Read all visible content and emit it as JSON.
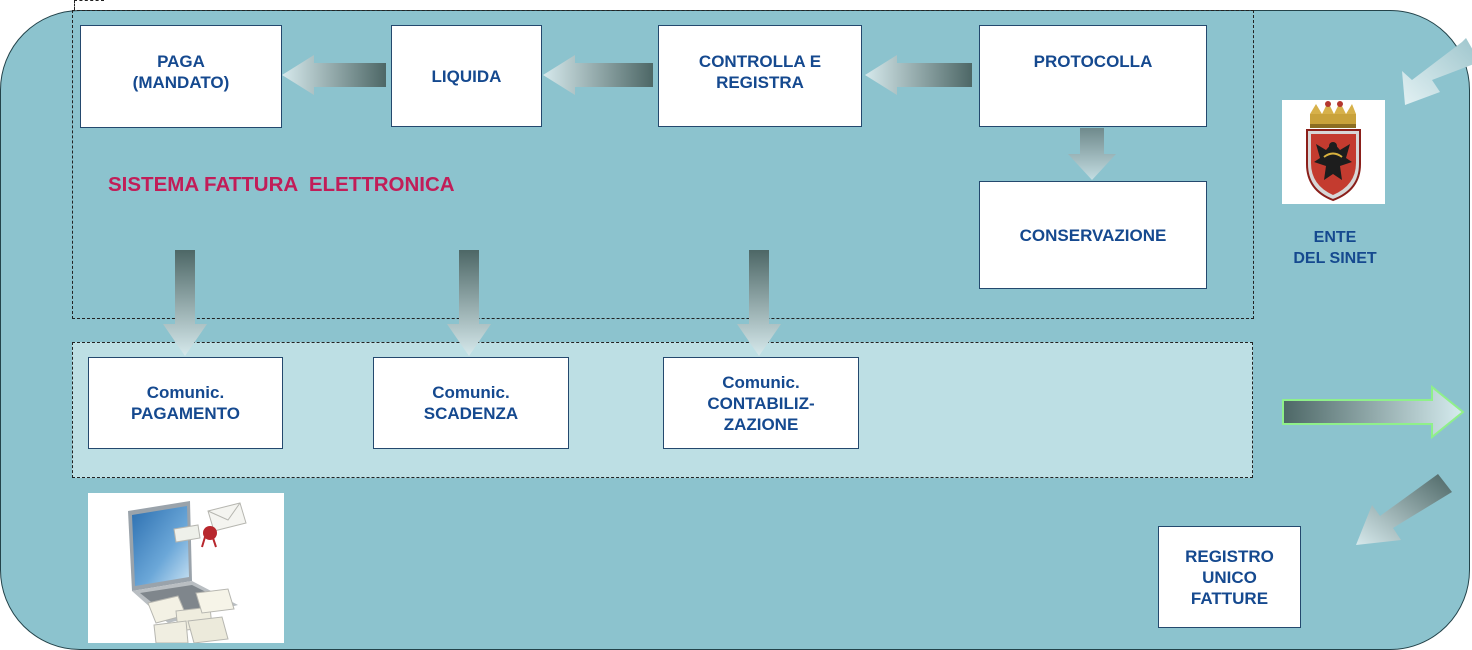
{
  "boxes": {
    "paga": "PAGA\n(MANDATO)",
    "liquida": "LIQUIDA",
    "controlla": "CONTROLLA  E\nREGISTRA",
    "protocolla": "PROTOCOLLA",
    "conservazione": "CONSERVAZIONE",
    "comunic_pagamento": "Comunic.\nPAGAMENTO",
    "comunic_scadenza": "Comunic.\nSCADENZA",
    "comunic_contabilizzazione": "Comunic.\nCONTABILIZ-\nZAZIONE",
    "registro": "REGISTRO\nUNICO\nFATTURE"
  },
  "labels": {
    "sistema": "SISTEMA FATTURA  ELETTRONICA",
    "ente": "ENTE\nDEL SINET"
  },
  "images": {
    "ente_logo": "coat-of-arms-eagle",
    "email_laptop": "laptop-with-envelopes"
  },
  "colors": {
    "panel": "#8cc3ce",
    "lower_band": "#bddfe4",
    "box_text": "#15498f",
    "system_label": "#c11d58",
    "arrow_dark": "#4d6766",
    "arrow_light": "#cfe3e6",
    "right_arrow_border": "#8ff08a"
  }
}
